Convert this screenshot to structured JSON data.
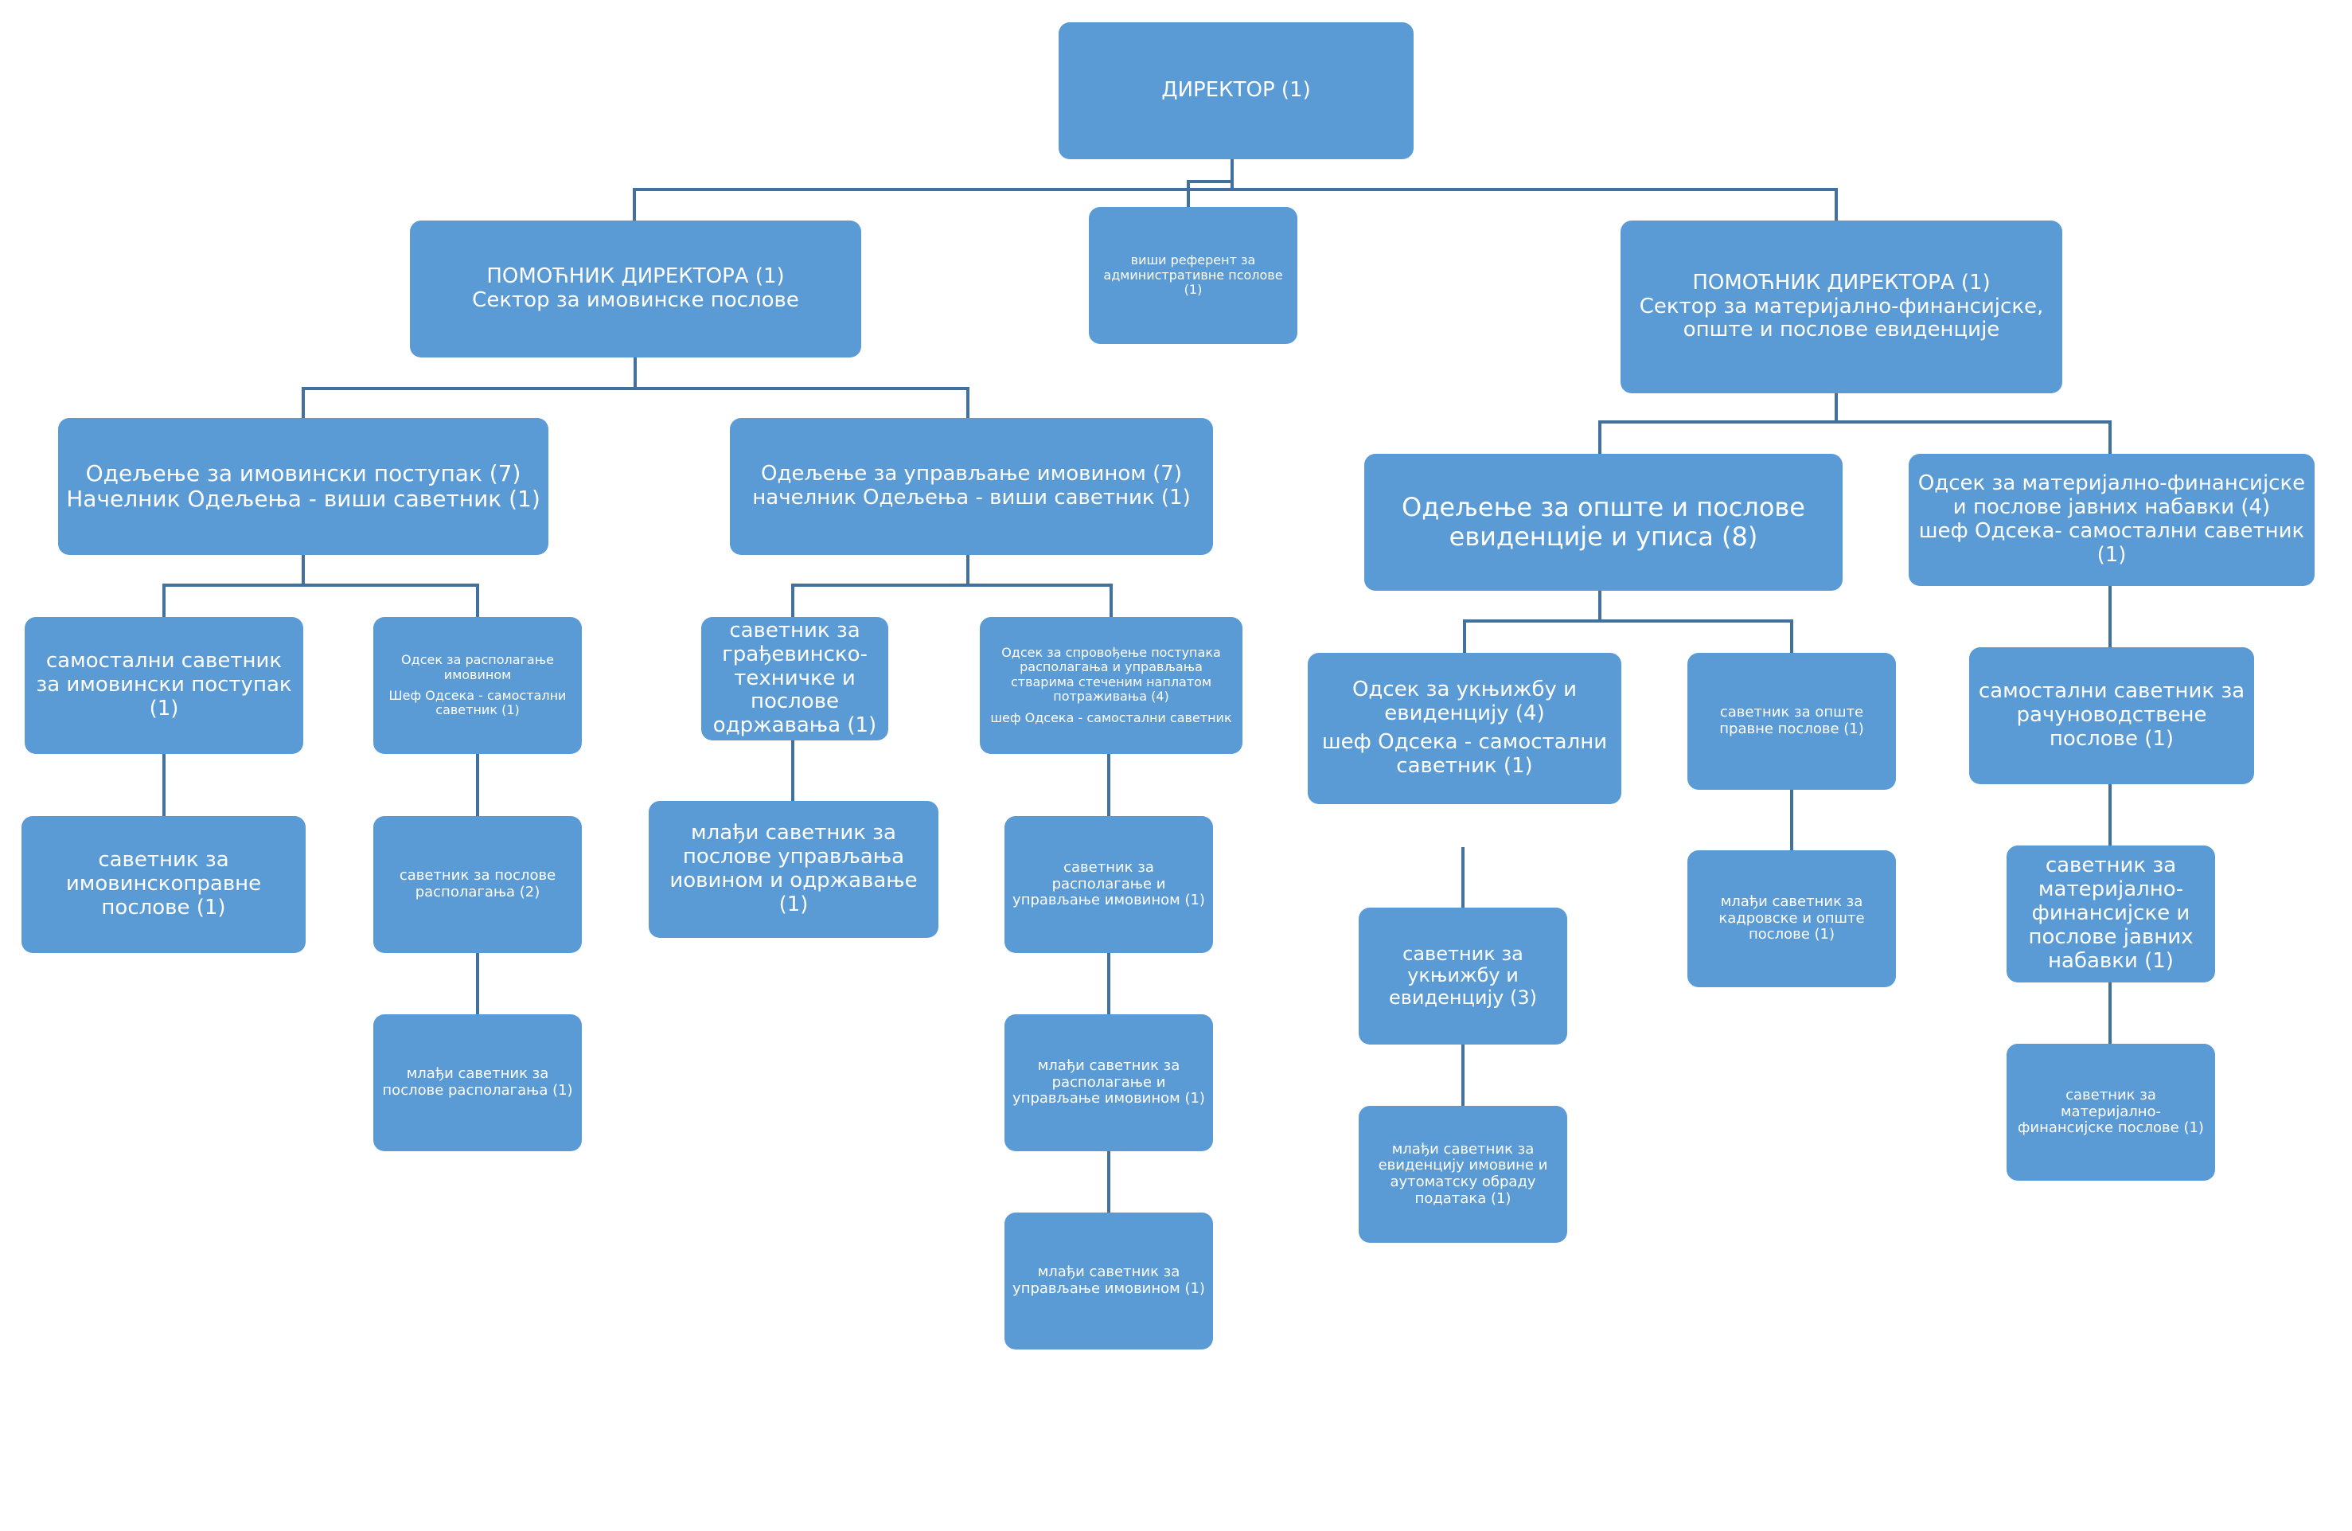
{
  "colors": {
    "box_fill": "#5b9bd5",
    "connector": "#41719c",
    "text": "#ffffff"
  },
  "nodes": [
    {
      "id": "director",
      "lines": [
        "ДИРЕКТОР (1)"
      ]
    },
    {
      "id": "asst1",
      "lines": [
        "ПОМОЋНИК ДИРЕКТОРА (1)",
        "Сектор за имовинске послове"
      ]
    },
    {
      "id": "referent",
      "lines": [
        "виши референт за административне псолове (1)"
      ]
    },
    {
      "id": "asst2",
      "lines": [
        "ПОМОЋНИК ДИРЕКТОРА (1)",
        "Сектор за материјално-финансијске, опште и послове евиденције"
      ]
    },
    {
      "id": "odel-imovinski",
      "lines": [
        "Одељење за имовински поступак (7)",
        "Начелник Одељења - виши саветник (1)"
      ]
    },
    {
      "id": "odel-upravljanje",
      "lines": [
        "Одељење за управљање имовином (7)",
        "начелник Одељења - виши саветник (1)"
      ]
    },
    {
      "id": "odel-opste",
      "lines": [
        "Одељење за опште и послове евиденције и уписа (8)"
      ]
    },
    {
      "id": "odsek-matfin",
      "lines": [
        "Одсек за материјално-финансијске и послове јавних набавки (4)",
        "шеф Одсека- самостални саветник (1)"
      ]
    },
    {
      "id": "sam-imov",
      "lines": [
        "самостални саветник за имовински поступак (1)"
      ]
    },
    {
      "id": "odsek-raspolaganje",
      "lines": [
        "Одсек за располагање имовином",
        "Шеф Одсека - самостални саветник (1)"
      ]
    },
    {
      "id": "sav-gradj",
      "lines": [
        "саветник за грађевинско-техничке и послове одржавања (1)"
      ]
    },
    {
      "id": "odsek-sprovodjenje",
      "lines": [
        "Одсек за спровођење поступака располагања и управљања стварима стеченим наплатом потраживања (4)",
        "шеф Одсека - самостални саветник"
      ]
    },
    {
      "id": "odsek-uknjizba",
      "lines": [
        "Одсек за укњижбу и евиденцију (4)",
        "шеф Одсека - самостални саветник (1)"
      ]
    },
    {
      "id": "sav-opste-pravne",
      "lines": [
        "саветник за опште правне послове (1)"
      ]
    },
    {
      "id": "sam-racun",
      "lines": [
        "самостални саветник за рачуноводствене послове (1)"
      ]
    },
    {
      "id": "sav-imovinskopravne",
      "lines": [
        "саветник за имовинскоправне послове (1)"
      ]
    },
    {
      "id": "sav-rasp",
      "lines": [
        "саветник за послове располагања (2)"
      ]
    },
    {
      "id": "mladji-uprav-odrz",
      "lines": [
        "млађи саветник за послове управљања иовином и одржавање (1)"
      ]
    },
    {
      "id": "sav-rasp-uprav",
      "lines": [
        "саветник за располагање и управљање имовином (1)"
      ]
    },
    {
      "id": "sav-uknjizba",
      "lines": [
        "саветник за укњижбу и евиденцију (3)"
      ]
    },
    {
      "id": "mladji-kadrovske",
      "lines": [
        "млађи саветник за кадровске и опште послове (1)"
      ]
    },
    {
      "id": "sav-matfin-javne",
      "lines": [
        "саветник за материјално-финансијске и послове јавних набавки (1)"
      ]
    },
    {
      "id": "mladji-rasp",
      "lines": [
        "млађи саветник за послове располагања (1)"
      ]
    },
    {
      "id": "mladji-rasp-uprav",
      "lines": [
        "млађи саветник за располагање и управљање имовином (1)"
      ]
    },
    {
      "id": "mladji-evid",
      "lines": [
        "млађи саветник за евиденцију имовине и аутоматску обраду података (1)"
      ]
    },
    {
      "id": "sav-matfin-poslove",
      "lines": [
        "саветник за материјално-финансијске послове (1)"
      ]
    },
    {
      "id": "mladji-uprav",
      "lines": [
        "млађи саветник за управљање имовином (1)"
      ]
    }
  ]
}
